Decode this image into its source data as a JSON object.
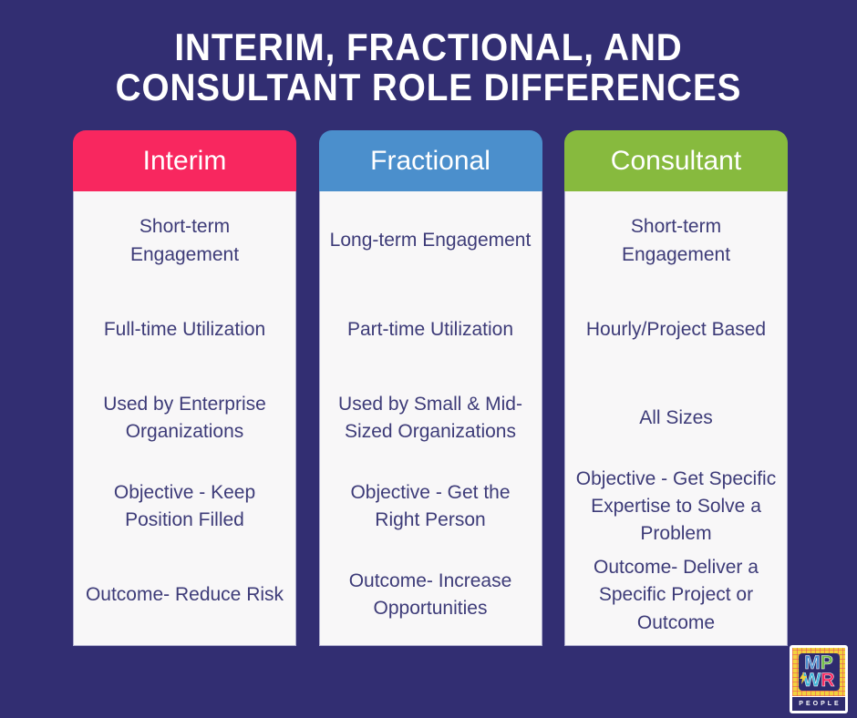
{
  "title": {
    "line1": "INTERIM, FRACTIONAL, AND",
    "line2": "CONSULTANT ROLE DIFFERENCES"
  },
  "columns": [
    {
      "id": "interim",
      "header": "Interim",
      "header_color": "#f8275f",
      "items": [
        "Short-term Engagement",
        "Full-time Utilization",
        "Used by Enterprise Organizations",
        "Objective - Keep Position Filled",
        "Outcome- Reduce Risk"
      ]
    },
    {
      "id": "fractional",
      "header": "Fractional",
      "header_color": "#4b8fcc",
      "items": [
        "Long-term Engagement",
        "Part-time Utilization",
        "Used by Small & Mid-Sized Organizations",
        "Objective - Get the Right Person",
        "Outcome- Increase Opportunities"
      ]
    },
    {
      "id": "consultant",
      "header": "Consultant",
      "header_color": "#87ba3e",
      "items": [
        "Short-term Engagement",
        "Hourly/Project Based",
        "All Sizes",
        "Objective - Get Specific Expertise to Solve a Problem",
        "Outcome- Deliver a Specific Project or Outcome"
      ]
    }
  ],
  "logo": {
    "letter_m": "M",
    "letter_p": "P",
    "letter_w": "W",
    "letter_r": "R",
    "caption": "PEOPLE",
    "letter_colors": {
      "m": "#4a8fd0",
      "p": "#6fbb46",
      "w": "#41b6d9",
      "r": "#f8275f"
    },
    "bolt_color": "#f2d23d"
  },
  "colors": {
    "background": "#322e72",
    "card_background": "#f8f7f8",
    "body_text": "#3d3b78",
    "header_text": "#ffffff",
    "card_border": "#aeadcd"
  }
}
